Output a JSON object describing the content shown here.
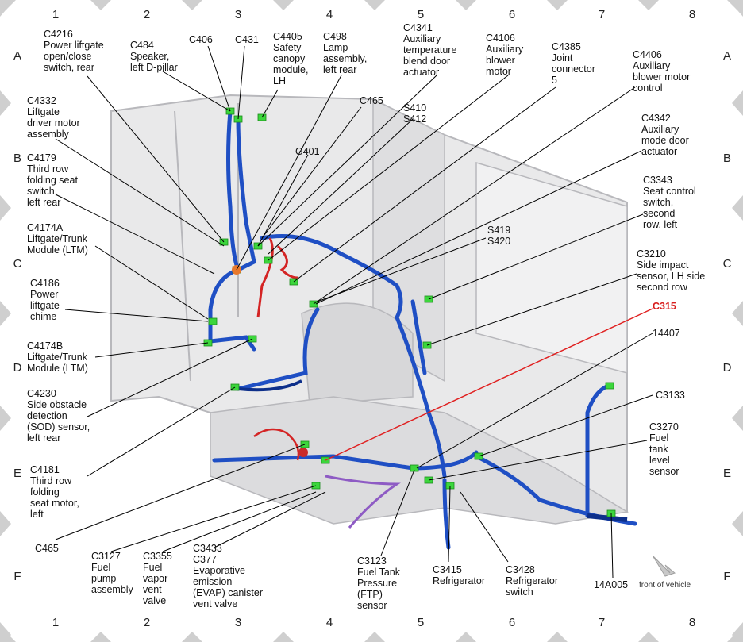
{
  "grid": {
    "columns": [
      "1",
      "2",
      "3",
      "4",
      "5",
      "6",
      "7",
      "8"
    ],
    "rows": [
      "A",
      "B",
      "C",
      "D",
      "E",
      "F"
    ]
  },
  "labels": [
    {
      "id": "c4216",
      "text": "C4216\nPower liftgate\nopen/close\nswitch, rear"
    },
    {
      "id": "c484",
      "text": "C484\nSpeaker,\nleft D-pillar"
    },
    {
      "id": "c406",
      "text": "C406"
    },
    {
      "id": "c431",
      "text": "C431"
    },
    {
      "id": "c4405",
      "text": "C4405\nSafety\ncanopy\nmodule,\nLH"
    },
    {
      "id": "c498",
      "text": "C498\nLamp\nassembly,\nleft rear"
    },
    {
      "id": "c4341",
      "text": "C4341\nAuxiliary\ntemperature\nblend door\nactuator"
    },
    {
      "id": "c4106",
      "text": "C4106\nAuxiliary\nblower\nmotor"
    },
    {
      "id": "c4385",
      "text": "C4385\nJoint\nconnector\n5"
    },
    {
      "id": "c4406",
      "text": "C4406\nAuxiliary\nblower motor\ncontrol"
    },
    {
      "id": "c4332",
      "text": "C4332\nLiftgate\ndriver motor\nassembly"
    },
    {
      "id": "c465top",
      "text": "C465"
    },
    {
      "id": "s410",
      "text": "S410\nS412"
    },
    {
      "id": "c4342",
      "text": "C4342\nAuxiliary\nmode door\nactuator"
    },
    {
      "id": "g401",
      "text": "G401"
    },
    {
      "id": "c4179",
      "text": "C4179\nThird row\nfolding seat\nswitch,\nleft rear"
    },
    {
      "id": "c3343",
      "text": "C3343\nSeat control\nswitch,\nsecond\nrow, left"
    },
    {
      "id": "c4174a",
      "text": "C4174A\nLiftgate/Trunk\nModule (LTM)"
    },
    {
      "id": "s419",
      "text": "S419\nS420"
    },
    {
      "id": "c3210",
      "text": "C3210\nSide impact\nsensor, LH side\nsecond row"
    },
    {
      "id": "c4186",
      "text": "C4186\nPower\nliftgate\nchime"
    },
    {
      "id": "c315",
      "text": "C315"
    },
    {
      "id": "14407",
      "text": "14407"
    },
    {
      "id": "c4174b",
      "text": "C4174B\nLiftgate/Trunk\nModule (LTM)"
    },
    {
      "id": "c4230",
      "text": "C4230\nSide obstacle\ndetection\n(SOD) sensor,\nleft rear"
    },
    {
      "id": "c3133",
      "text": "C3133"
    },
    {
      "id": "c3270",
      "text": "C3270\nFuel\ntank\nlevel\nsensor"
    },
    {
      "id": "c4181",
      "text": "C4181\nThird row\nfolding\nseat motor,\nleft"
    },
    {
      "id": "c465bot",
      "text": "C465"
    },
    {
      "id": "c3127",
      "text": "C3127\nFuel\npump\nassembly"
    },
    {
      "id": "c3355",
      "text": "C3355\nFuel\nvapor\nvent\nvalve"
    },
    {
      "id": "c3433",
      "text": "C3433\nC377\nEvaporative\nemission\n(EVAP) canister\nvent valve"
    },
    {
      "id": "c3123",
      "text": "C3123\nFuel Tank\nPressure\n(FTP)\nsensor"
    },
    {
      "id": "c3415",
      "text": "C3415\nRefrigerator"
    },
    {
      "id": "c3428",
      "text": "C3428\nRefrigerator\nswitch"
    },
    {
      "id": "14a005",
      "text": "14A005"
    }
  ],
  "front_of_vehicle": "front of vehicle",
  "colors": {
    "harness": "#1f4fc4",
    "harness_dark": "#0d2f8a",
    "red_wire": "#d42424",
    "purple_wire": "#8e5bc4",
    "connector": "#3cd63c",
    "c315_leader": "#e02020",
    "body_fill": "#e9e9ea",
    "body_line": "#b8b8bc",
    "grid_marker": "#cfcfcf"
  }
}
